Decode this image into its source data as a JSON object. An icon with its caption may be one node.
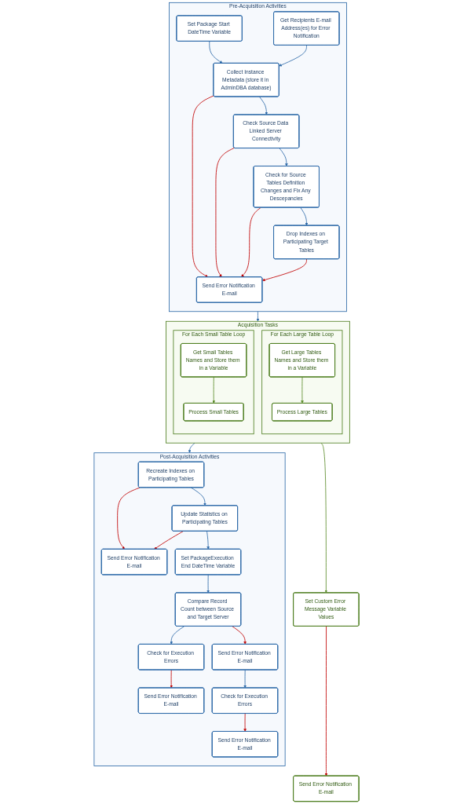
{
  "diagram": {
    "nodes": [
      {
        "text": [
          "Pre-Acquisition Activities"
        ]
      },
      {
        "text": [
          "Set Package Start DateTime Variable"
        ],
        "in": 0
      },
      {
        "text": [
          "Get Recipients E-mail Address(es) for Error Notification"
        ],
        "in": 0
      },
      {
        "text": [
          "Collect Instance Metadata (store it in AdminDBA database)"
        ],
        "in": 0
      },
      {
        "text": [
          "Check Source Data Linked Server Connectivity"
        ],
        "in": 0
      },
      {
        "text": [
          "Check for Source Tables Definition Changes and Fix Any Descepancies"
        ],
        "in": 0
      },
      {
        "text": [
          "Drop Indexes on Participating Target Tables"
        ],
        "in": 0
      },
      {
        "text": [
          "Send Error Notification E-mail"
        ],
        "in": 0
      },
      {
        "text": [
          "Acquisition Tasks"
        ]
      },
      {
        "text": [
          "For Each Large Table Loop"
        ],
        "in": 8
      },
      {
        "text": [
          "Get Large Tables Names and Store them in a Variable"
        ],
        "in": 9
      },
      {
        "text": [
          "Process Large Tables"
        ],
        "in": 9
      },
      {
        "text": [
          "For Each Small Table Loop"
        ],
        "in": 8
      },
      {
        "text": [
          "Get Small Tables Names and Store them in a Variable"
        ],
        "in": 12
      },
      {
        "text": [
          "Process Small Tables"
        ],
        "in": 12
      },
      {
        "text": [
          "Set Custom Error Message Variable Values"
        ]
      },
      {
        "text": [
          "Send Error Notification E-mail"
        ]
      },
      {
        "text": [
          "Post-Acquisition Activities"
        ]
      },
      {
        "text": [
          "Recreate Indexes on Participating Tables"
        ],
        "in": 17
      },
      {
        "text": [
          "Send Error Notification E-mail"
        ],
        "in": 17
      },
      {
        "text": [
          "Update Statistics on Participating Tables"
        ],
        "in": 17
      },
      {
        "text": [
          "Set PackageExecution End DateTime Variable"
        ],
        "in": 17
      },
      {
        "text": [
          "Compare Record Count between Source and Target Server"
        ],
        "in": 17
      },
      {
        "text": [
          "Send Error Notification E-mail"
        ],
        "in": 17
      },
      {
        "text": [
          "Check for Execution Errors"
        ],
        "in": 17
      },
      {
        "text": [
          "Send Error Notification E-mail"
        ],
        "in": 17
      },
      {
        "text": [
          "Check for Execution Errors"
        ],
        "in": 17
      },
      {
        "text": [
          "Send Error Notification E-mail"
        ],
        "in": 17
      }
    ],
    "edges": [
      {
        "from": 1,
        "to": 3,
        "arrow": "to"
      },
      {
        "from": 2,
        "to": 3,
        "arrow": "to"
      },
      {
        "from": 3,
        "to": 4,
        "arrow": "to"
      },
      {
        "from": 4,
        "to": 5,
        "arrow": "to"
      },
      {
        "from": 5,
        "to": 6,
        "arrow": "to"
      },
      {
        "from": 3,
        "to": 7,
        "arrow": "to",
        "color": "#c00000"
      },
      {
        "from": 4,
        "to": 7,
        "arrow": "to",
        "color": "#c00000"
      },
      {
        "from": 5,
        "to": 7,
        "arrow": "to",
        "color": "#c00000"
      },
      {
        "from": 6,
        "to": 7,
        "arrow": "to",
        "color": "#c00000"
      },
      {
        "from": 0,
        "to": 8,
        "arrow": "to"
      },
      {
        "from": 10,
        "to": 11,
        "arrow": "to",
        "color": "#5b8c2a"
      },
      {
        "from": 13,
        "to": 14,
        "arrow": "to",
        "color": "#5b8c2a"
      },
      {
        "from": 8,
        "to": 15,
        "arrow": "to",
        "color": "#5b8c2a"
      },
      {
        "from": 15,
        "to": 16,
        "arrow": "to",
        "color": "#c00000"
      },
      {
        "from": 8,
        "to": 17,
        "arrow": "to"
      },
      {
        "from": 18,
        "to": 20,
        "arrow": "to"
      },
      {
        "from": 18,
        "to": 19,
        "arrow": "to",
        "color": "#c00000"
      },
      {
        "from": 20,
        "to": 19,
        "arrow": "to",
        "color": "#c00000"
      },
      {
        "from": 20,
        "to": 21,
        "arrow": "to"
      },
      {
        "from": 21,
        "to": 22,
        "arrow": "to"
      },
      {
        "from": 22,
        "to": 23,
        "arrow": "to",
        "color": "#c00000"
      },
      {
        "from": 22,
        "to": 24,
        "arrow": "to"
      },
      {
        "from": 24,
        "to": 25,
        "arrow": "to",
        "color": "#c00000"
      },
      {
        "from": 23,
        "to": 26,
        "arrow": "to"
      },
      {
        "from": 26,
        "to": 27,
        "arrow": "to",
        "color": "#c00000"
      }
    ]
  }
}
